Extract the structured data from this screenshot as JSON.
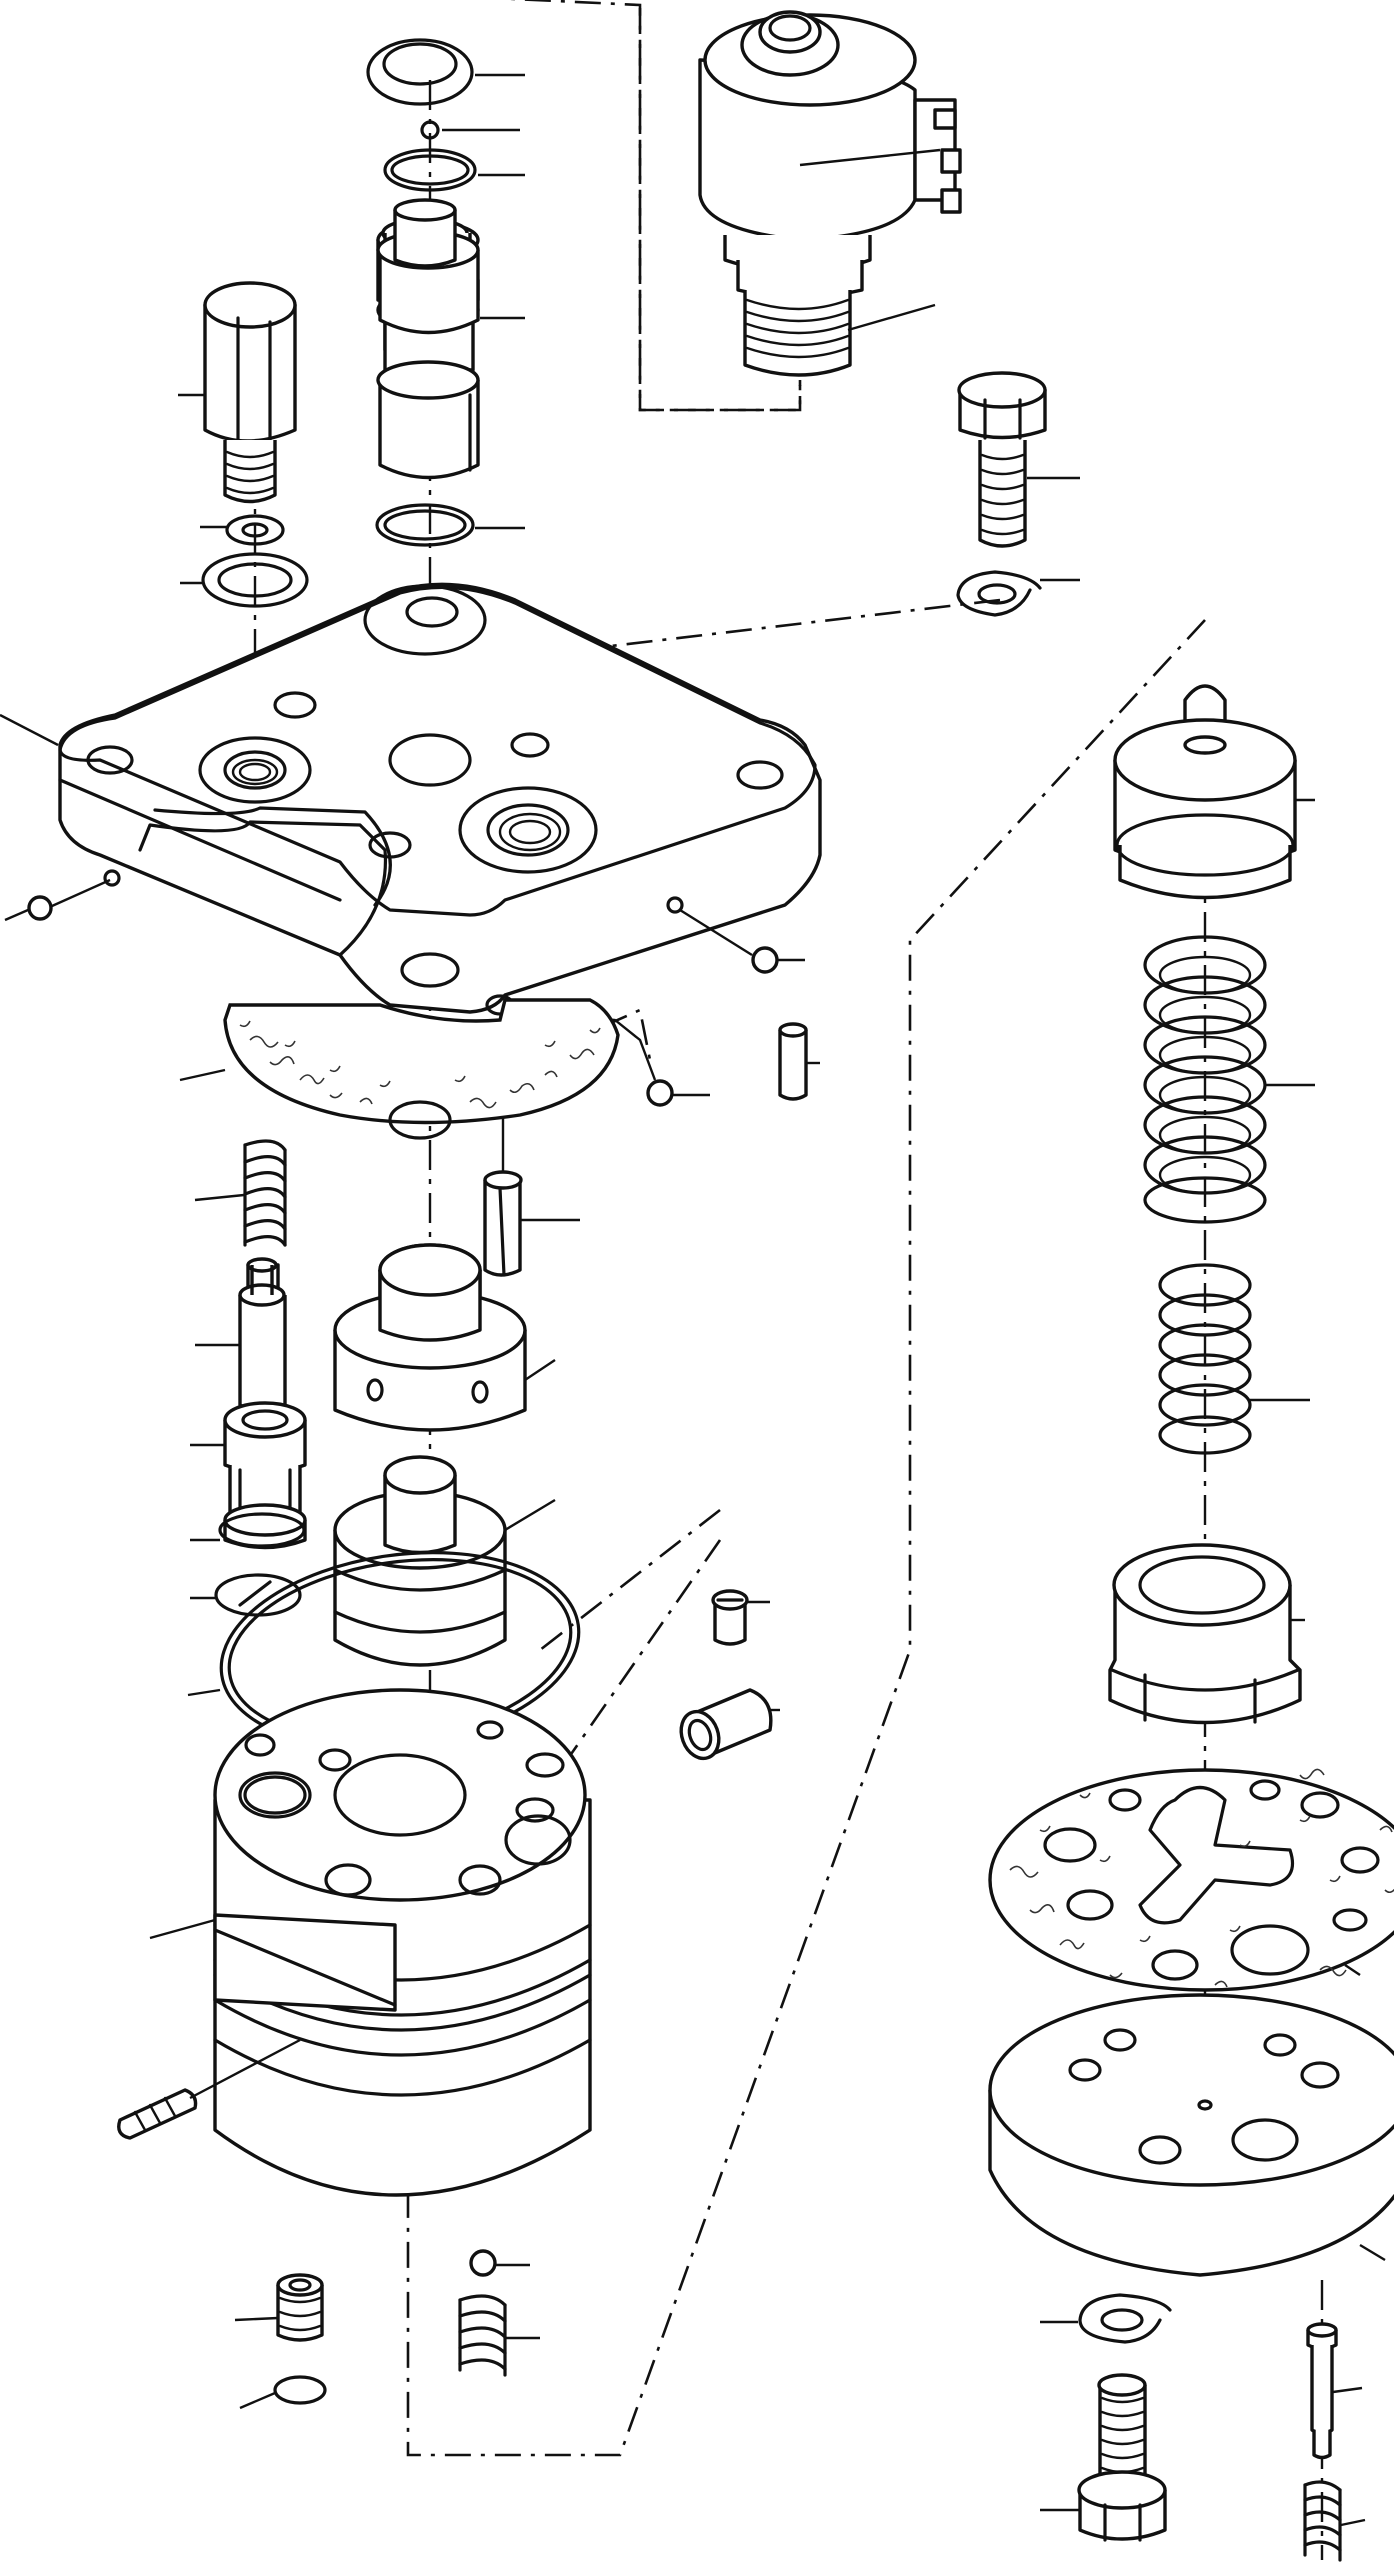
{
  "figure": {
    "kind": "exploded parts diagram",
    "text": "",
    "background": "#ffffff",
    "line_color": "#111111"
  },
  "parts": [
    {
      "name": "solenoid-valve"
    },
    {
      "name": "top-o-ring"
    },
    {
      "name": "small-ball"
    },
    {
      "name": "o-ring"
    },
    {
      "name": "valve-spool"
    },
    {
      "name": "o-ring-lower"
    },
    {
      "name": "plug-fitting"
    },
    {
      "name": "washer-small"
    },
    {
      "name": "washer-large"
    },
    {
      "name": "hex-bolt"
    },
    {
      "name": "lock-washer"
    },
    {
      "name": "cover-plate"
    },
    {
      "name": "ball-left"
    },
    {
      "name": "ball-right"
    },
    {
      "name": "ball-lower"
    },
    {
      "name": "dowel-pin"
    },
    {
      "name": "roll-pin"
    },
    {
      "name": "gasket-upper"
    },
    {
      "name": "spring-small"
    },
    {
      "name": "pin-plunger"
    },
    {
      "name": "valve-seat"
    },
    {
      "name": "o-ring-seat"
    },
    {
      "name": "snap-ring"
    },
    {
      "name": "piston-upper"
    },
    {
      "name": "piston-lower"
    },
    {
      "name": "o-ring-large"
    },
    {
      "name": "set-screw"
    },
    {
      "name": "sleeve"
    },
    {
      "name": "valve-body"
    },
    {
      "name": "dowel-body"
    },
    {
      "name": "plug-bottom"
    },
    {
      "name": "ball-bottom"
    },
    {
      "name": "spring-bottom"
    },
    {
      "name": "o-ring-bottom"
    },
    {
      "name": "accumulator-piston"
    },
    {
      "name": "spring-outer"
    },
    {
      "name": "spring-inner"
    },
    {
      "name": "cup-retainer"
    },
    {
      "name": "gasket-lower"
    },
    {
      "name": "end-plate"
    },
    {
      "name": "lock-washer-lower"
    },
    {
      "name": "bolt-lower"
    },
    {
      "name": "pin-lower"
    },
    {
      "name": "spring-lower"
    }
  ]
}
